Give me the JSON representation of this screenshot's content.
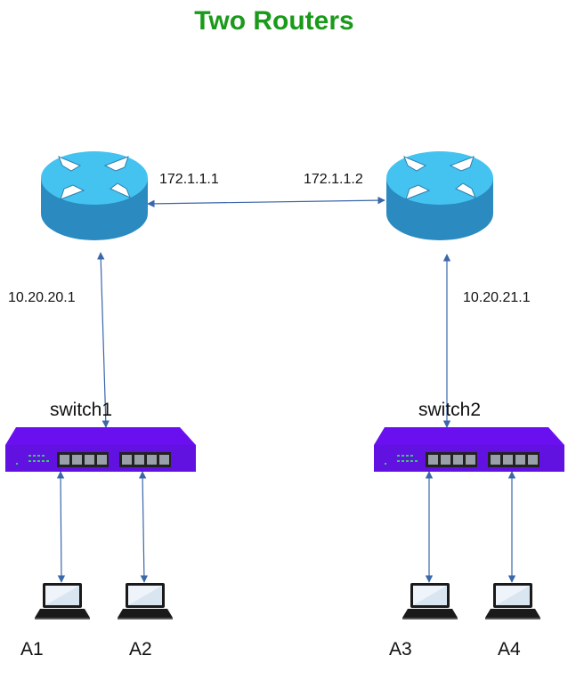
{
  "title": "Two Routers",
  "colors": {
    "title": "#1a9a1a",
    "router_top": "#45c3f0",
    "router_body": "#2b8bc0",
    "switch": "#6a10f0",
    "link": "#3a66aa"
  },
  "routers": [
    {
      "id": "router1",
      "wan_ip": "172.1.1.1",
      "lan_ip": "10.20.20.1",
      "icon": "router-icon"
    },
    {
      "id": "router2",
      "wan_ip": "172.1.1.2",
      "lan_ip": "10.20.21.1",
      "icon": "router-icon"
    }
  ],
  "switches": [
    {
      "label": "switch1",
      "icon": "switch-icon"
    },
    {
      "label": "switch2",
      "icon": "switch-icon"
    }
  ],
  "hosts": [
    {
      "label": "A1",
      "icon": "laptop-icon"
    },
    {
      "label": "A2",
      "icon": "laptop-icon"
    },
    {
      "label": "A3",
      "icon": "laptop-icon"
    },
    {
      "label": "A4",
      "icon": "laptop-icon"
    }
  ]
}
